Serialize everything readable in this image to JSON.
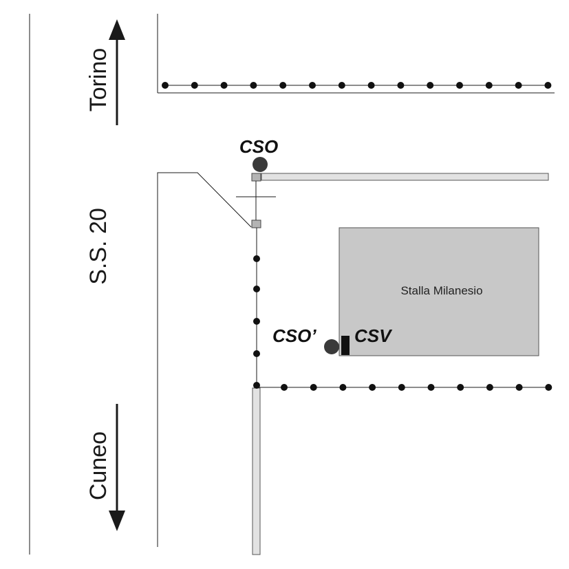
{
  "roads": {
    "main_road": "S.S. 20",
    "north_direction": "Torino",
    "south_direction": "Cuneo"
  },
  "building": {
    "label": "Stalla Milanesio"
  },
  "sampling_points": {
    "cso": "CSO",
    "cso_prime": "CSO’",
    "csv": "CSV"
  },
  "colors": {
    "line": "#1a1a1a",
    "building_fill": "#c8c8c8",
    "wall_fill": "#e2e2e2",
    "marker_fill": "#3a3a3a",
    "csv_fill": "#111111"
  }
}
